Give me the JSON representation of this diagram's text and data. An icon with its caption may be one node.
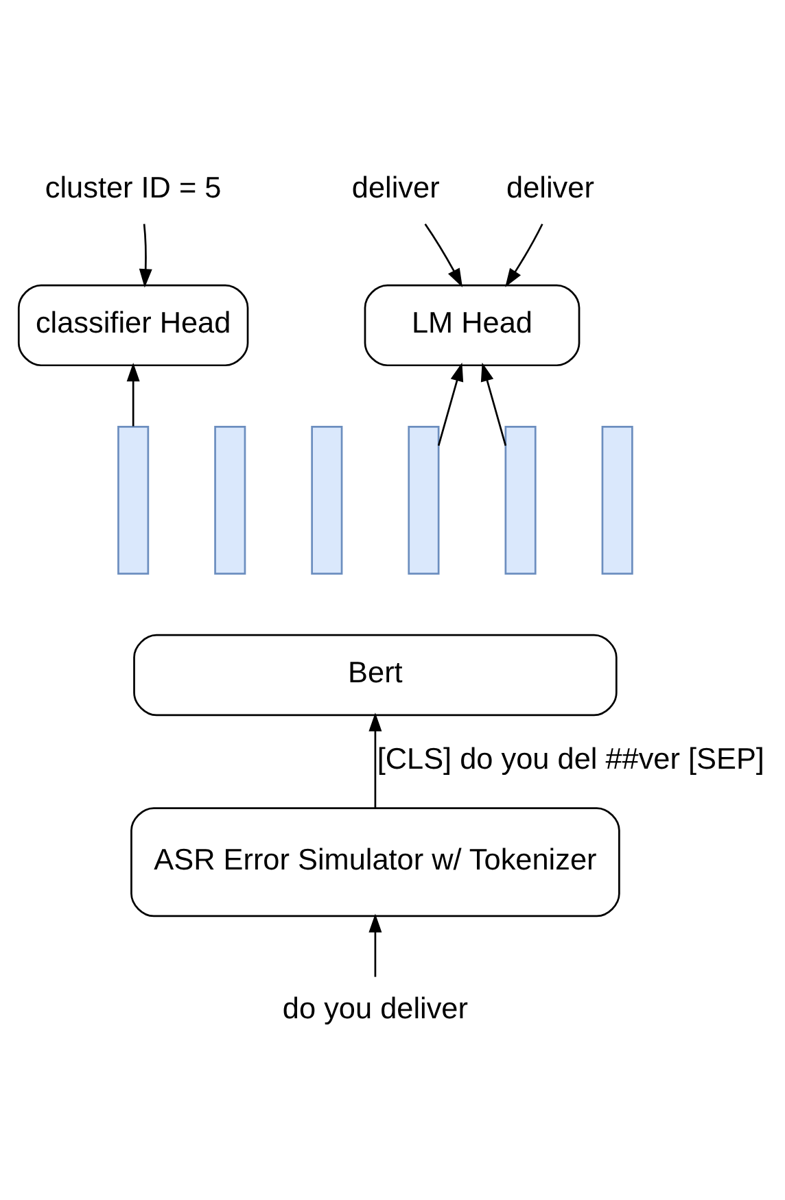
{
  "diagram": {
    "nodes": [
      {
        "text": [
          "cluster ID = 5"
        ]
      },
      {
        "text": [
          "deliver"
        ]
      },
      {
        "text": [
          "deliver"
        ]
      },
      {
        "text": [
          "classifier Head"
        ]
      },
      {
        "text": [
          "LM Head"
        ]
      },
      {
        "text": [],
        "shape": "bar"
      },
      {
        "text": [],
        "shape": "bar"
      },
      {
        "text": [],
        "shape": "bar"
      },
      {
        "text": [],
        "shape": "bar"
      },
      {
        "text": [],
        "shape": "bar"
      },
      {
        "text": [],
        "shape": "bar"
      },
      {
        "text": [
          "Bert"
        ]
      },
      {
        "text": [
          "ASR Error Simulator w/ Tokenizer"
        ]
      },
      {
        "text": [
          "do you deliver"
        ]
      }
    ],
    "edges": [
      {
        "from": 0,
        "to": 3,
        "arrow": "to"
      },
      {
        "from": 1,
        "to": 4,
        "arrow": "to"
      },
      {
        "from": 2,
        "to": 4,
        "arrow": "to"
      },
      {
        "from": 5,
        "to": 3,
        "arrow": "to"
      },
      {
        "from": 8,
        "to": 4,
        "arrow": "to"
      },
      {
        "from": 9,
        "to": 4,
        "arrow": "to"
      },
      {
        "from": 12,
        "to": 11,
        "arrow": "to",
        "label": "[CLS] do you del ##ver [SEP]"
      },
      {
        "from": 13,
        "to": 12,
        "arrow": "to"
      }
    ]
  }
}
